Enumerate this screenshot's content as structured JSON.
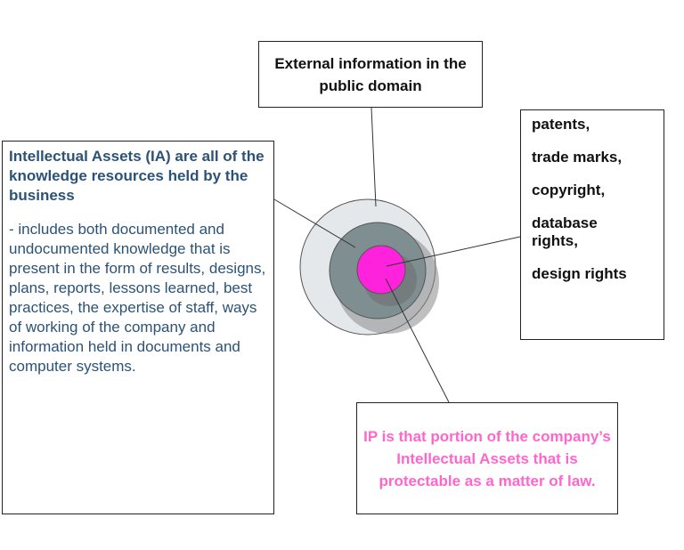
{
  "external": {
    "text": "External information in the public domain"
  },
  "ip_types": {
    "items": [
      "patents,",
      "trade marks,",
      "copyright,",
      "database rights,",
      "design rights"
    ]
  },
  "intellectual_assets": {
    "heading": "Intellectual Assets (IA) are all of the knowledge resources held by the business",
    "body": "- includes both documented and undocumented knowledge that is present in the form of results, designs, plans, reports, lessons learned, best practices, the expertise of staff, ways of working of the company and information held in documents and computer systems."
  },
  "ip_definition": {
    "text": "IP is that portion of the company’s Intellectual Assets that is protectable as a matter of law."
  },
  "colors": {
    "outer_ring": "#e4e8ea",
    "middle_ring": "#7e8e91",
    "shadow": "#8a8a8a",
    "core": "#ff22dd",
    "ia_text": "#2b5277",
    "ip_text": "#ff66cc"
  }
}
